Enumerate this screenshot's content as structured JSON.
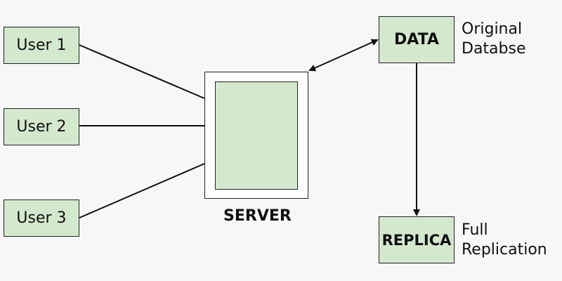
{
  "nodes": {
    "user1": "User 1",
    "user2": "User 2",
    "user3": "User 3",
    "data": "DATA",
    "replica": "REPLICA"
  },
  "server": {
    "label": "SERVER"
  },
  "notes": {
    "data_line1": "Original",
    "data_line2": "Databse",
    "replica_line1": "Full",
    "replica_line2": "Replication"
  },
  "colors": {
    "node_fill": "#d4e8ce",
    "stroke": "#222222",
    "background": "#f7f7f7"
  }
}
